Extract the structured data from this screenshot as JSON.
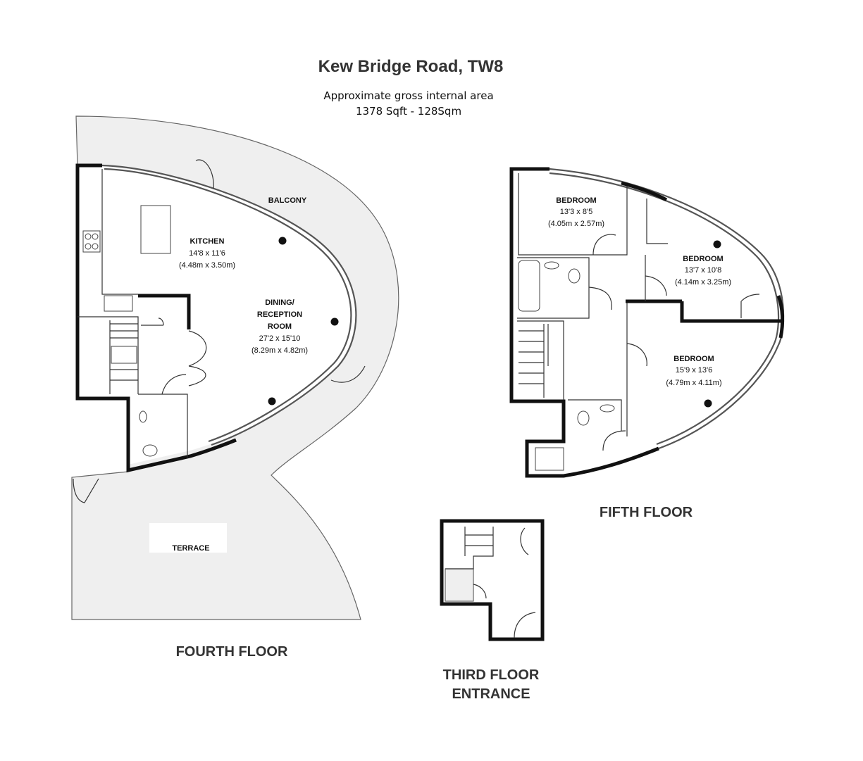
{
  "title": "Kew Bridge Road, TW8",
  "area": {
    "line1": "Approximate gross internal area",
    "line2": "1378 Sqft - 128Sqm"
  },
  "floors": {
    "fourth": {
      "label": "FOURTH FLOOR",
      "rooms": {
        "balcony": {
          "name": "BALCONY"
        },
        "kitchen": {
          "name": "KITCHEN",
          "imperial": "14'8 x 11'6",
          "metric": "(4.48m x 3.50m)"
        },
        "dining": {
          "name_line1": "DINING/",
          "name_line2": "RECEPTION",
          "name_line3": "ROOM",
          "imperial": "27'2 x 15'10",
          "metric": "(8.29m x 4.82m)"
        },
        "terrace": {
          "name": "TERRACE"
        }
      }
    },
    "fifth": {
      "label": "FIFTH FLOOR",
      "rooms": {
        "bedroom1": {
          "name": "BEDROOM",
          "imperial": "13'3 x 8'5",
          "metric": "(4.05m x 2.57m)"
        },
        "bedroom2": {
          "name": "BEDROOM",
          "imperial": "13'7 x 10'8",
          "metric": "(4.14m x 3.25m)"
        },
        "bedroom3": {
          "name": "BEDROOM",
          "imperial": "15'9 x 13'6",
          "metric": "(4.79m x 4.11m)"
        }
      }
    },
    "third": {
      "label_line1": "THIRD FLOOR",
      "label_line2": "ENTRANCE"
    }
  },
  "colors": {
    "wall": "#111111",
    "outdoor_fill": "#efefef",
    "text": "#333333"
  }
}
